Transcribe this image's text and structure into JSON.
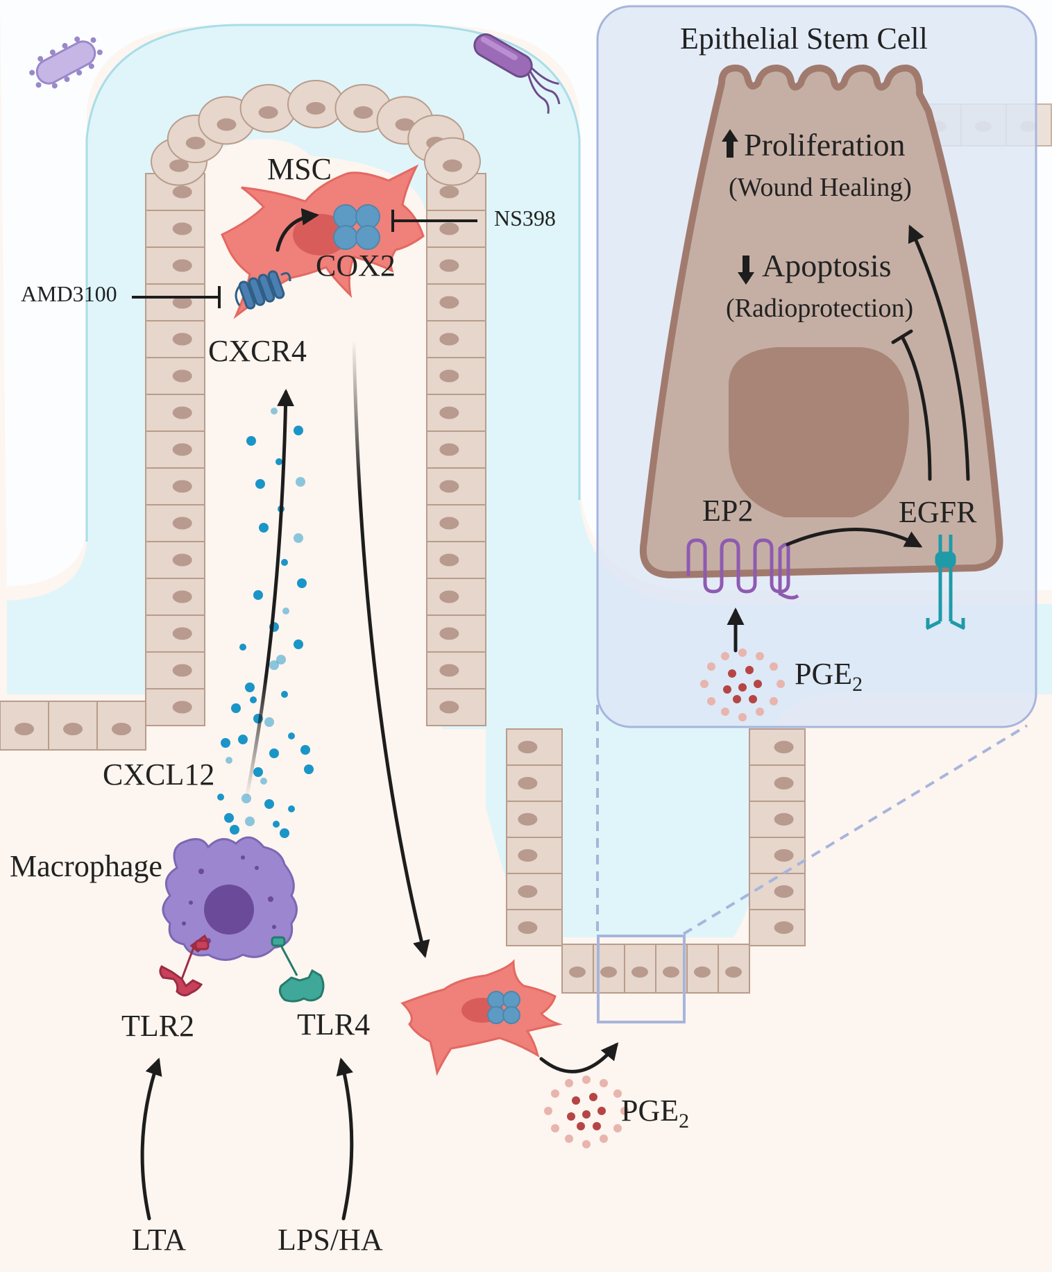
{
  "labels": {
    "msc": "MSC",
    "cox2": "COX2",
    "cxcr4": "CXCR4",
    "ns398": "NS398",
    "amd3100": "AMD3100",
    "cxcl12": "CXCL12",
    "macrophage": "Macrophage",
    "tlr2": "TLR2",
    "tlr4": "TLR4",
    "lta": "LTA",
    "lps_ha": "LPS/HA",
    "pge2_base": "PGE",
    "pge2_sub": "2"
  },
  "inset": {
    "title": "Epithelial Stem Cell",
    "proliferation": "Proliferation",
    "wound_healing": "(Wound Healing)",
    "apoptosis": "Apoptosis",
    "radioprotection": "(Radioprotection)",
    "ep2": "EP2",
    "egfr": "EGFR",
    "pge2_base": "PGE",
    "pge2_sub": "2"
  },
  "colors": {
    "lumen": "#dff5fa",
    "tissue": "#fdf5ef",
    "epithelium": "#e6d6cb",
    "nucleus": "#b99a8e",
    "msc": "#ee7f78",
    "cox2": "#5e9bc4",
    "macrophage": "#9b86cf",
    "tlr2": "#c8405a",
    "tlr4": "#3fa898",
    "cxcl12": "#1a95c8",
    "pge2": "#b54545",
    "stem_cell": "#c5afa4",
    "stem_nucleus": "#a88577",
    "ep2": "#8e5bb0",
    "egfr": "#1f9aa8",
    "inset_border": "#a7b5dc"
  },
  "icons": {
    "bacteria": "bacterium-icon",
    "up_arrow": "arrow-up-icon",
    "down_arrow": "arrow-down-icon",
    "inhibit": "inhibition-bar-icon"
  }
}
